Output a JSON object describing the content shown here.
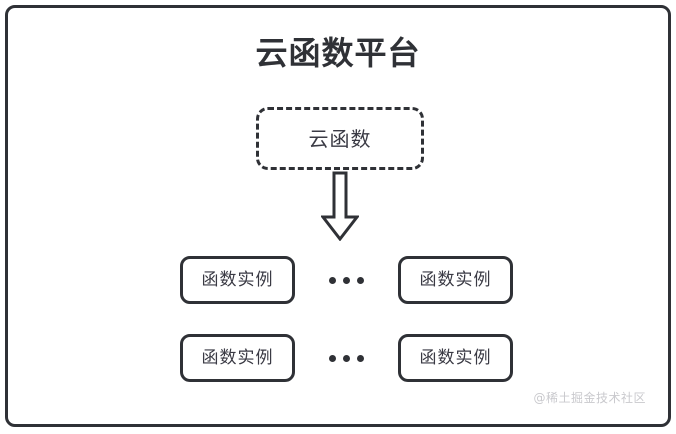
{
  "diagram": {
    "container": {
      "title": "云函数平台",
      "border_color": "#2f3136"
    },
    "cloud_function_node": {
      "label": "云函数",
      "style": "dashed-rounded-rect"
    },
    "arrow": {
      "name": "down-arrow-icon",
      "direction": "down",
      "style": "hollow-outlined-block-arrow",
      "color": "#2f3136"
    },
    "instance_rows": [
      {
        "left_label": "函数实例",
        "ellipsis": "•••",
        "right_label": "函数实例"
      },
      {
        "left_label": "函数实例",
        "ellipsis": "•••",
        "right_label": "函数实例"
      }
    ],
    "watermark": "@稀土掘金技术社区",
    "colors": {
      "stroke": "#2f3136",
      "text": "#3a3a44",
      "watermark": "#c9c9cd",
      "background": "#ffffff"
    }
  }
}
